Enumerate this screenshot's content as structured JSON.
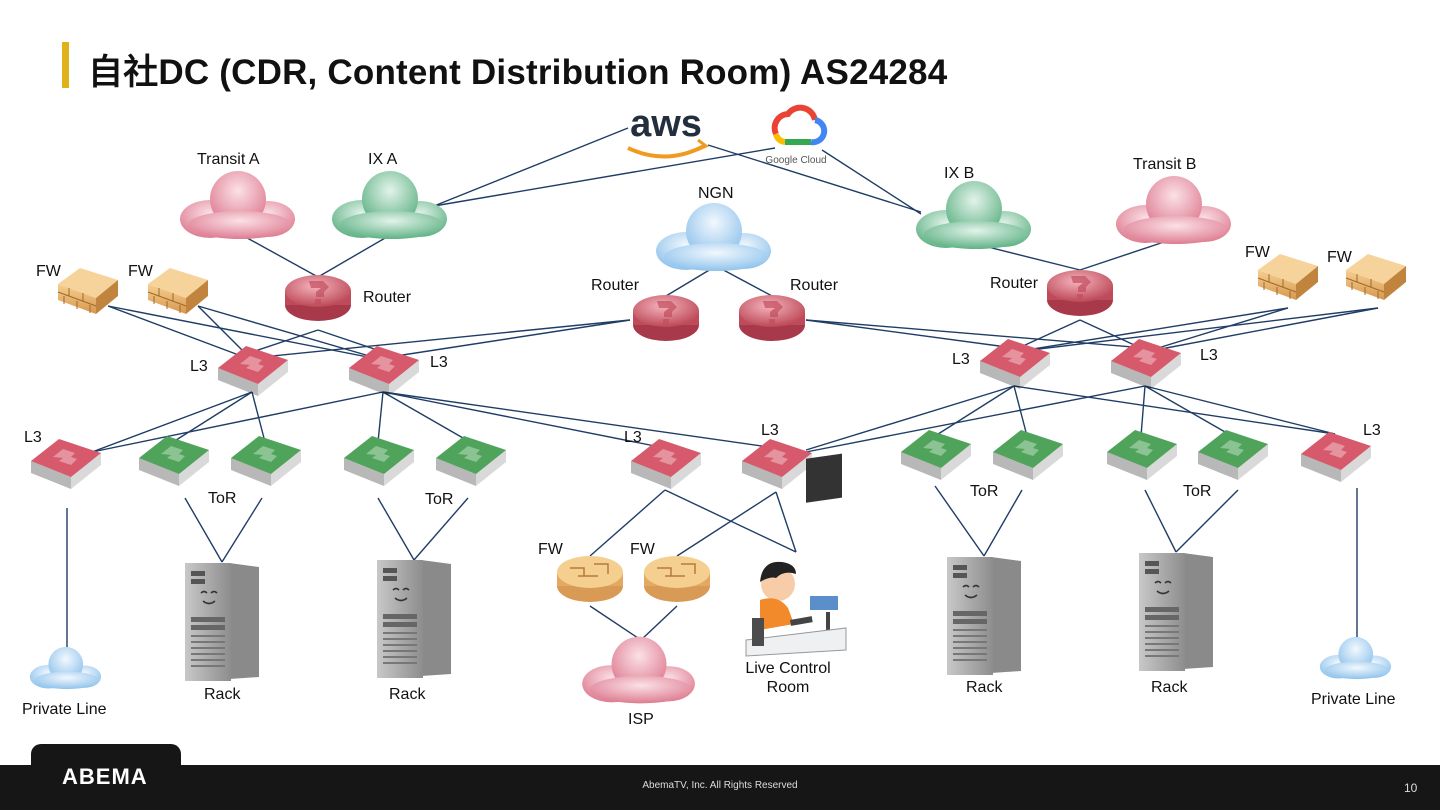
{
  "slide": {
    "title": "自社DC (CDR, Content Distribution Room) AS24284",
    "accent_color": "#e0b21a",
    "page_number": "10"
  },
  "footer": {
    "logo": "ABEMA",
    "copyright": "AbemaTV, Inc. All Rights Reserved"
  },
  "clouds": {
    "aws": "aws",
    "google": "Google Cloud"
  },
  "labels": {
    "transit_a": "Transit A",
    "ix_a": "IX A",
    "ngn": "NGN",
    "ix_b": "IX B",
    "transit_b": "Transit B",
    "fw": "FW",
    "router": "Router",
    "l3": "L3",
    "tor": "ToR",
    "rack": "Rack",
    "private_line": "Private Line",
    "isp": "ISP",
    "live_control_room": "Live Control\nRoom"
  },
  "colors": {
    "link": "#1f3d66",
    "transit_cloud": "#e38a9c",
    "ix_cloud": "#6fbf95",
    "ngn_cloud": "#a9d0ef",
    "router": "#d65a6c",
    "l3_switch": "#d65a6c",
    "tor_switch": "#4fa35a",
    "firewall": "#e9b36e",
    "server": "#a5a5a5"
  }
}
